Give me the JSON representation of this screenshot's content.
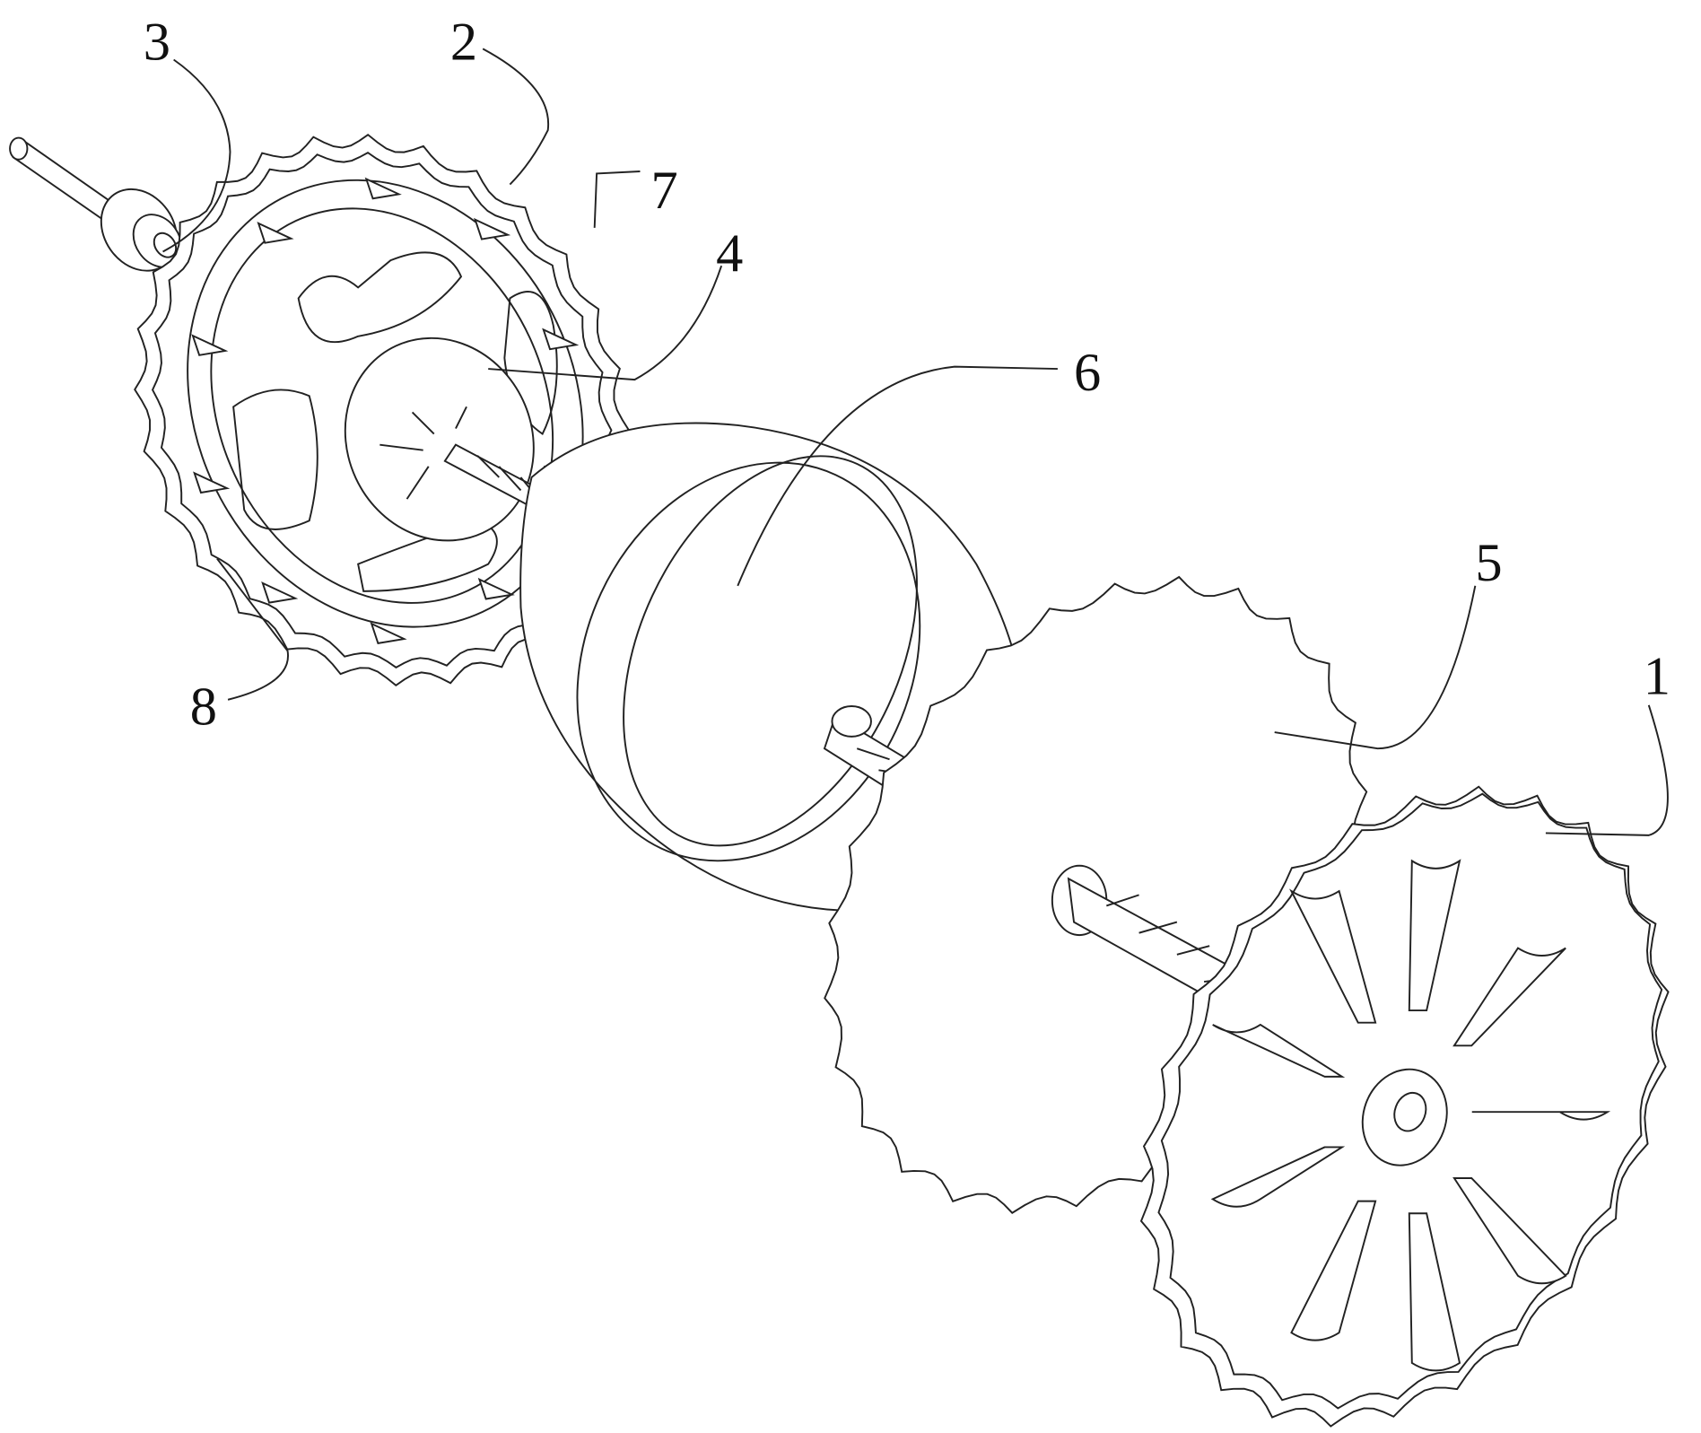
{
  "figure": {
    "labels": {
      "part1": "1",
      "part2": "2",
      "part3": "3",
      "part4": "4",
      "part5": "5",
      "part6": "6",
      "part7": "7",
      "part8": "8"
    }
  }
}
